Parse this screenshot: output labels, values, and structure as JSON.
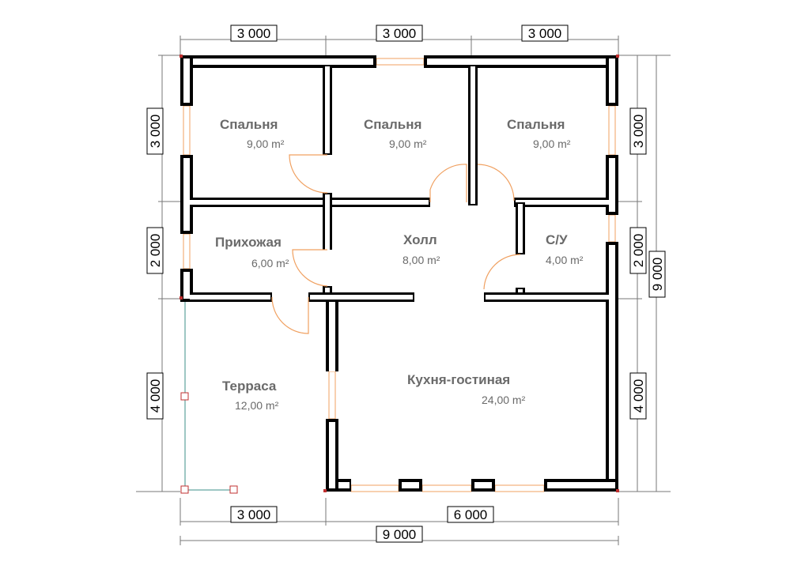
{
  "rooms": [
    {
      "name": "Спальня",
      "area": "9,00 m²"
    },
    {
      "name": "Спальня",
      "area": "9,00 m²"
    },
    {
      "name": "Спальня",
      "area": "9,00 m²"
    },
    {
      "name": "Прихожая",
      "area": "6,00 m²"
    },
    {
      "name": "Холл",
      "area": "8,00 m²"
    },
    {
      "name": "С/У",
      "area": "4,00 m²"
    },
    {
      "name": "Терраса",
      "area": "12,00 m²"
    },
    {
      "name": "Кухня-гостиная",
      "area": "24,00 m²"
    }
  ],
  "dimensions": {
    "top": [
      "3 000",
      "3 000",
      "3 000"
    ],
    "bottom": [
      "3 000",
      "6 000"
    ],
    "total_bottom": "9 000",
    "left": [
      "3 000",
      "2 000",
      "4 000"
    ],
    "right": [
      "3 000",
      "2 000",
      "4 000"
    ],
    "total_right": "9 000"
  },
  "colors": {
    "wall": "#000000",
    "window": "#f0a060",
    "door": "#f0a060",
    "terrace_rail": "#9ec7c4",
    "label": "#6a6a6a"
  }
}
